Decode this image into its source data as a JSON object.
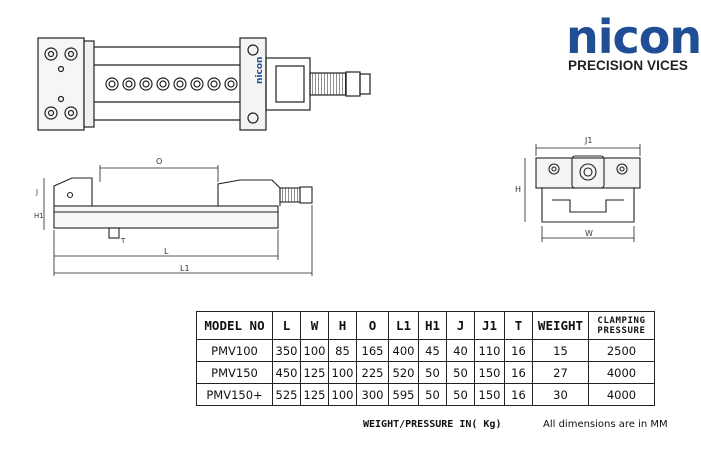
{
  "brand": {
    "logo_text": "nicon",
    "tagline": "PRECISION VICES",
    "logo_color": "#1f4e95"
  },
  "drawings": {
    "side_view_labels": [
      "O",
      "J",
      "H1",
      "T",
      "L",
      "L1"
    ],
    "end_view_labels": [
      "J1",
      "H",
      "W"
    ]
  },
  "table": {
    "headers": [
      "MODEL NO",
      "L",
      "W",
      "H",
      "O",
      "L1",
      "H1",
      "J",
      "J1",
      "T",
      "WEIGHT",
      "CLAMPING PRESSURE"
    ],
    "clamping_line1": "CLAMPING",
    "clamping_line2": "PRESSURE",
    "rows": [
      [
        "PMV100",
        "350",
        "100",
        "85",
        "165",
        "400",
        "45",
        "40",
        "110",
        "16",
        "15",
        "2500"
      ],
      [
        "PMV150",
        "450",
        "125",
        "100",
        "225",
        "520",
        "50",
        "50",
        "150",
        "16",
        "27",
        "4000"
      ],
      [
        "PMV150+",
        "525",
        "125",
        "100",
        "300",
        "595",
        "50",
        "50",
        "150",
        "16",
        "30",
        "4000"
      ]
    ]
  },
  "notes": {
    "weight_pressure": "WEIGHT/PRESSURE IN( Kg)",
    "dimensions": "All dimensions are in MM"
  }
}
